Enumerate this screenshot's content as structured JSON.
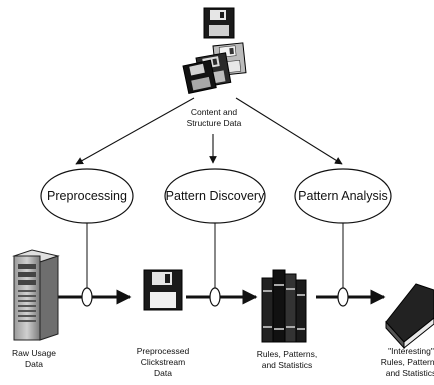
{
  "source": {
    "label_line1": "Content and",
    "label_line2": "Structure Data"
  },
  "stages": [
    {
      "label": "Preprocessing"
    },
    {
      "label": "Pattern Discovery"
    },
    {
      "label": "Pattern Analysis"
    }
  ],
  "artifacts": [
    {
      "line1": "Raw Usage",
      "line2": "Data",
      "line3": ""
    },
    {
      "line1": "Preprocessed",
      "line2": "Clickstream",
      "line3": "Data"
    },
    {
      "line1": "Rules, Patterns,",
      "line2": "and Statistics",
      "line3": ""
    },
    {
      "line1": "\"Interesting\"",
      "line2": "Rules, Patterns,",
      "line3": "and Statistics"
    }
  ],
  "icons": {
    "source": "floppy-disk-stack-icon",
    "raw": "server-tower-icon",
    "preprocessed": "floppy-disk-icon",
    "rules": "book-stack-icon",
    "interesting": "closed-book-icon"
  }
}
